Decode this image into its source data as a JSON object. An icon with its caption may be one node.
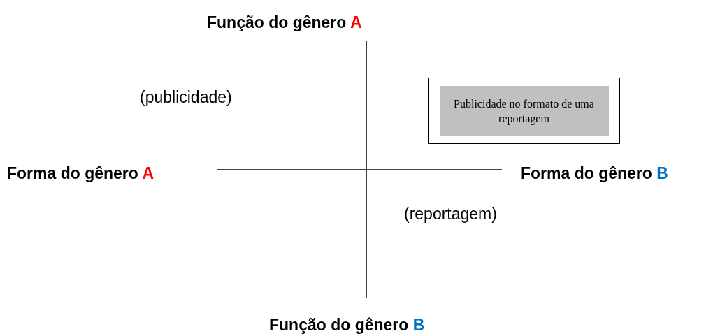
{
  "diagram": {
    "nodes": [
      {
        "text": [
          "Publicidade no formato de uma reportagem"
        ]
      }
    ],
    "labels": [
      "Função do gênero A",
      "(publicidade)",
      "Forma do gênero A",
      "Forma do gênero B",
      "(reportagem)",
      "Função do gênero B"
    ]
  }
}
